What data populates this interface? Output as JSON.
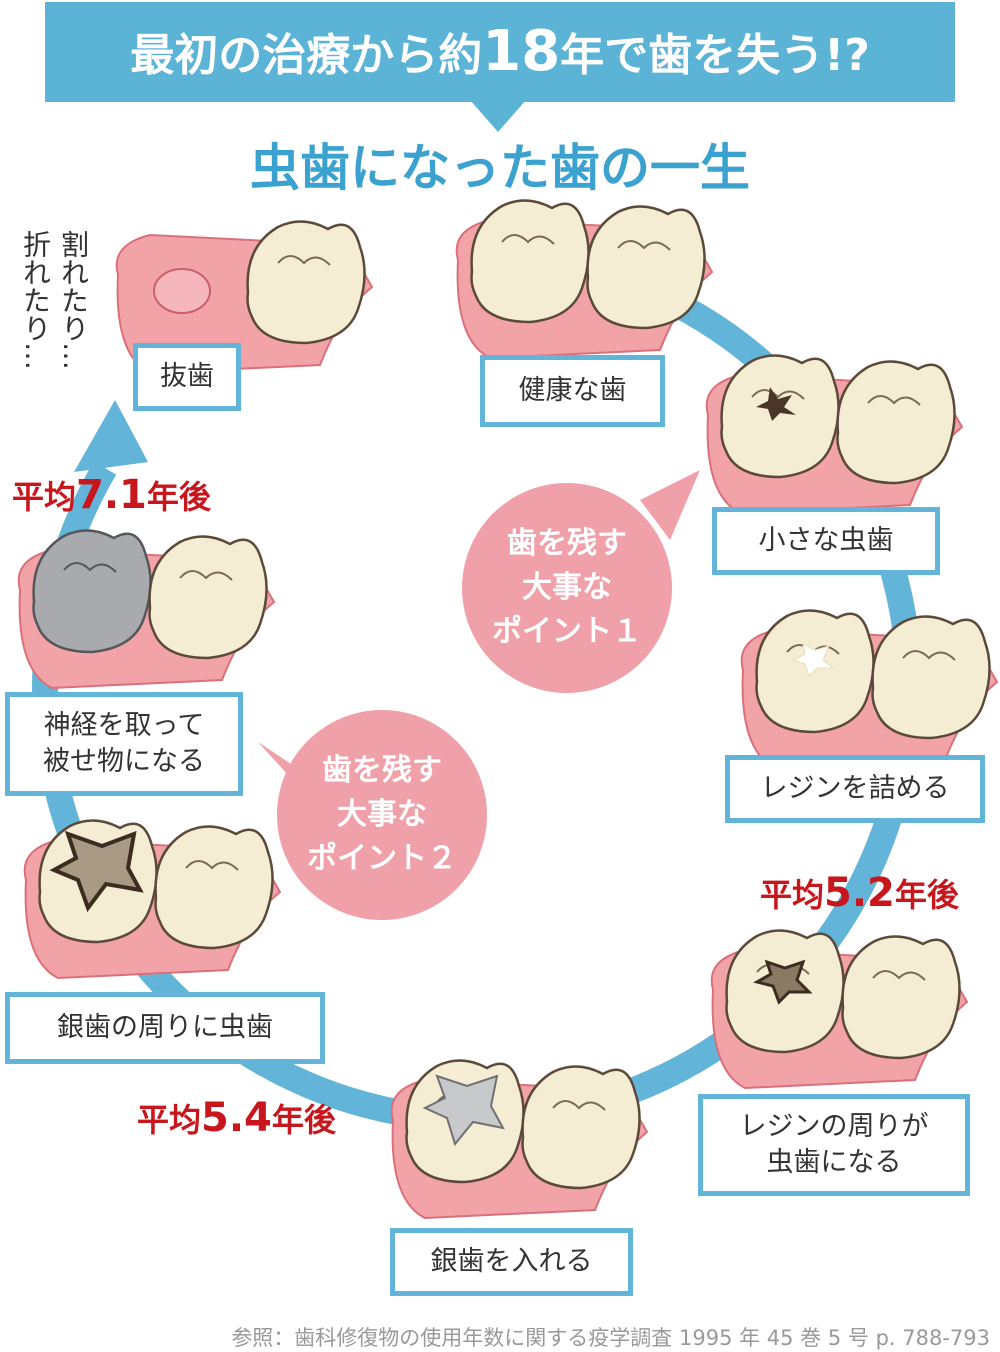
{
  "header": {
    "banner_pre": "最初の治療から約",
    "banner_num": "18",
    "banner_post": "年で歯を失う!?",
    "subtitle": "虫歯になった歯の一生",
    "banner_color": "#5bb3d6",
    "subtitle_color": "#3ba2cf"
  },
  "stages": [
    {
      "label": "健康な歯"
    },
    {
      "label": "小さな虫歯"
    },
    {
      "label": "レジンを詰める"
    },
    {
      "label": "レジンの周りが\n虫歯になる"
    },
    {
      "label": "銀歯を入れる"
    },
    {
      "label": "銀歯の周りに虫歯"
    },
    {
      "label": "神経を取って\n被せ物になる"
    },
    {
      "label": "抜歯"
    }
  ],
  "side_note": "割れたり…\n折れたり…",
  "intervals": [
    {
      "prefix": "平均",
      "value": "5.2",
      "suffix": "年後"
    },
    {
      "prefix": "平均",
      "value": "5.4",
      "suffix": "年後"
    },
    {
      "prefix": "平均",
      "value": "7.1",
      "suffix": "年後"
    }
  ],
  "points": [
    {
      "text": "歯を残す\n大事な\nポイント１"
    },
    {
      "text": "歯を残す\n大事な\nポイント２"
    }
  ],
  "reference": "参照：歯科修復物の使用年数に関する疫学調査 1995 年 45 巻 5 号 p. 788-793",
  "colors": {
    "cycle_blue": "#62b4d8",
    "interval_red": "#c8161d",
    "bubble_pink": "#f0a0a8",
    "gum_pink": "#f2a3a8",
    "tooth_cream": "#f5edd3",
    "silver": "#c7c9cb",
    "decay_dark": "#4a3628"
  }
}
